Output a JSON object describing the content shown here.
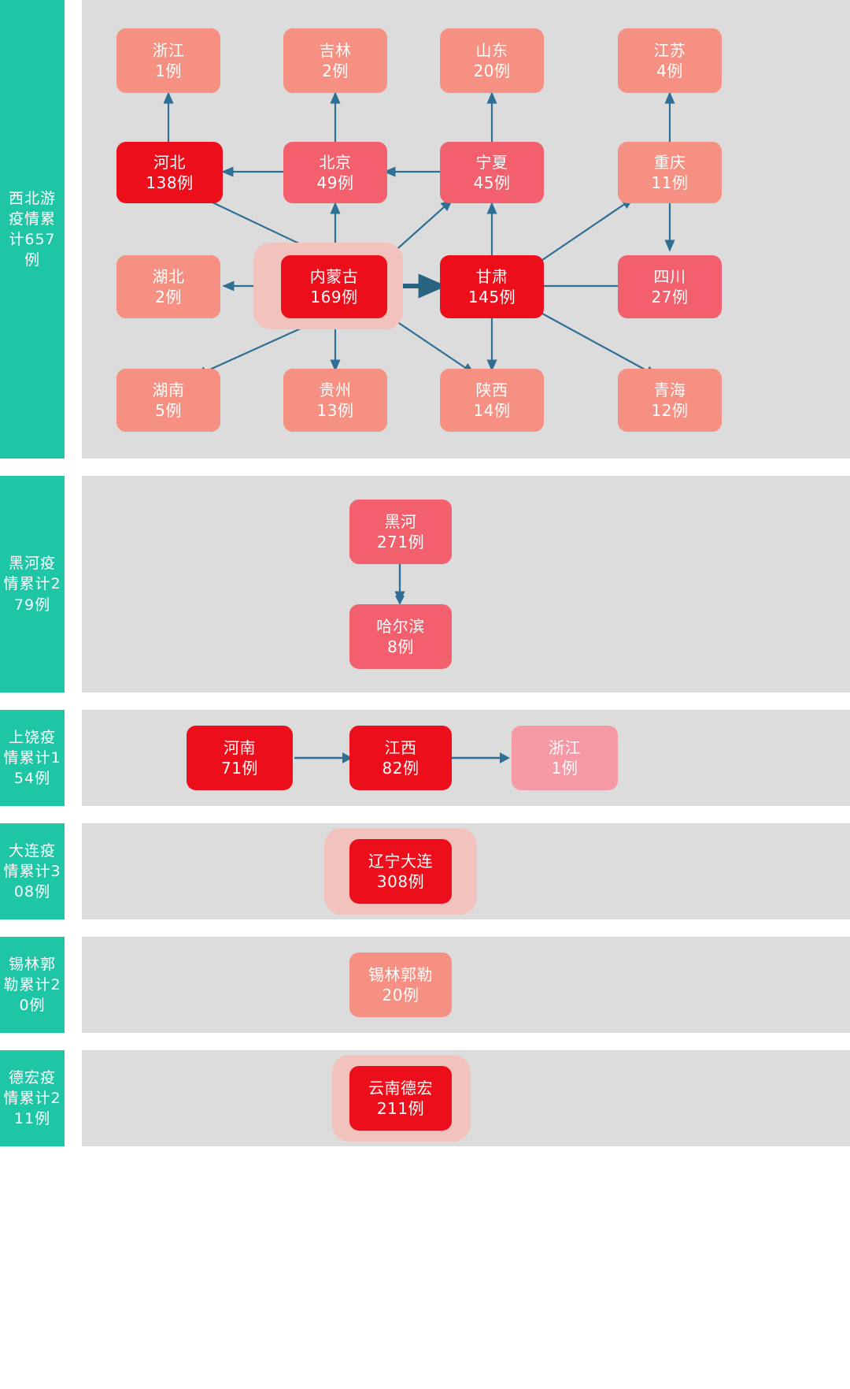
{
  "colors": {
    "sidebar_green": "#1fc6a6",
    "panel_grey": "#dcdcdc",
    "node_strong_red": "#ec0e1b",
    "node_mid_red": "#f1606c",
    "node_light_red": "#f59082",
    "arrow_blue": "#2f6f94",
    "halo_pink": "#f2c3bd",
    "text_white": "#ffffff"
  },
  "sections": [
    {
      "sidebar_label": "西北游疫情累计657例",
      "name": "西北游",
      "total": "657例",
      "nodes": [
        {
          "key": "zhejiang",
          "name": "浙江",
          "value": "1例",
          "level": "light"
        },
        {
          "key": "jilin",
          "name": "吉林",
          "value": "2例",
          "level": "light"
        },
        {
          "key": "shandong",
          "name": "山东",
          "value": "20例",
          "level": "light"
        },
        {
          "key": "jiangsu",
          "name": "江苏",
          "value": "4例",
          "level": "light"
        },
        {
          "key": "hebei",
          "name": "河北",
          "value": "138例",
          "level": "strong"
        },
        {
          "key": "beijing",
          "name": "北京",
          "value": "49例",
          "level": "mid"
        },
        {
          "key": "ningxia",
          "name": "宁夏",
          "value": "45例",
          "level": "mid"
        },
        {
          "key": "chongqing",
          "name": "重庆",
          "value": "11例",
          "level": "light"
        },
        {
          "key": "hubei",
          "name": "湖北",
          "value": "2例",
          "level": "light"
        },
        {
          "key": "neimenggu",
          "name": "内蒙古",
          "value": "169例",
          "level": "strong"
        },
        {
          "key": "gansu",
          "name": "甘肃",
          "value": "145例",
          "level": "strong"
        },
        {
          "key": "sichuan",
          "name": "四川",
          "value": "27例",
          "level": "mid"
        },
        {
          "key": "hunan",
          "name": "湖南",
          "value": "5例",
          "level": "light"
        },
        {
          "key": "guizhou",
          "name": "贵州",
          "value": "13例",
          "level": "light"
        },
        {
          "key": "shaanxi",
          "name": "陕西",
          "value": "14例",
          "level": "light"
        },
        {
          "key": "qinghai",
          "name": "青海",
          "value": "12例",
          "level": "light"
        }
      ],
      "edges": [
        {
          "from": "hebei",
          "to": "zhejiang"
        },
        {
          "from": "beijing",
          "to": "jilin"
        },
        {
          "from": "ningxia",
          "to": "shandong"
        },
        {
          "from": "chongqing",
          "to": "jiangsu"
        },
        {
          "from": "beijing",
          "to": "hebei"
        },
        {
          "from": "ningxia",
          "to": "beijing"
        },
        {
          "from": "neimenggu",
          "to": "hebei"
        },
        {
          "from": "neimenggu",
          "to": "beijing"
        },
        {
          "from": "neimenggu",
          "to": "ningxia"
        },
        {
          "from": "neimenggu",
          "to": "hubei"
        },
        {
          "from": "neimenggu",
          "to": "gansu"
        },
        {
          "from": "neimenggu",
          "to": "hunan"
        },
        {
          "from": "neimenggu",
          "to": "guizhou"
        },
        {
          "from": "neimenggu",
          "to": "shaanxi"
        },
        {
          "from": "gansu",
          "to": "ningxia"
        },
        {
          "from": "gansu",
          "to": "chongqing"
        },
        {
          "from": "gansu",
          "to": "sichuan"
        },
        {
          "from": "gansu",
          "to": "shaanxi"
        },
        {
          "from": "gansu",
          "to": "qinghai"
        },
        {
          "from": "chongqing",
          "to": "sichuan"
        }
      ]
    },
    {
      "sidebar_label": "黑河疫情累计279例",
      "name": "黑河",
      "total": "279例",
      "nodes": [
        {
          "key": "heihe",
          "name": "黑河",
          "value": "271例",
          "level": "mid"
        },
        {
          "key": "haerbin",
          "name": "哈尔滨",
          "value": "8例",
          "level": "mid"
        }
      ],
      "edges": [
        {
          "from": "heihe",
          "to": "haerbin"
        }
      ]
    },
    {
      "sidebar_label": "上饶疫情累计154例",
      "name": "上饶",
      "total": "154例",
      "nodes": [
        {
          "key": "henan",
          "name": "河南",
          "value": "71例",
          "level": "strong"
        },
        {
          "key": "jiangxi",
          "name": "江西",
          "value": "82例",
          "level": "strong"
        },
        {
          "key": "zhejiang",
          "name": "浙江",
          "value": "1例",
          "level": "mid"
        }
      ],
      "edges": [
        {
          "from": "henan",
          "to": "jiangxi"
        },
        {
          "from": "jiangxi",
          "to": "zhejiang"
        }
      ]
    },
    {
      "sidebar_label": "大连疫情累计308例",
      "name": "大连",
      "total": "308例",
      "nodes": [
        {
          "key": "dalian",
          "name": "辽宁大连",
          "value": "308例",
          "level": "strong",
          "halo": true
        }
      ],
      "edges": []
    },
    {
      "sidebar_label": "锡林郭勒累计20例",
      "name": "锡林郭勒",
      "total": "20例",
      "nodes": [
        {
          "key": "xilinguole",
          "name": "锡林郭勒",
          "value": "20例",
          "level": "light"
        }
      ],
      "edges": []
    },
    {
      "sidebar_label": "德宏疫情累计211例",
      "name": "德宏",
      "total": "211例",
      "nodes": [
        {
          "key": "dehong",
          "name": "云南德宏",
          "value": "211例",
          "level": "strong",
          "halo": true
        }
      ],
      "edges": []
    }
  ]
}
